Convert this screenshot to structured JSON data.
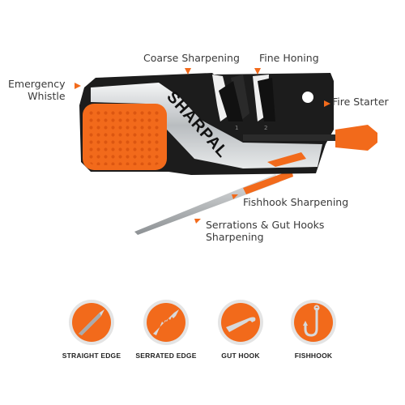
{
  "product": {
    "brand_text": "SHARPAL"
  },
  "callouts": {
    "emergency_whistle": [
      "Emergency",
      "Whistle"
    ],
    "coarse_sharpening": "Coarse Sharpening",
    "fine_honing": "Fine Honing",
    "fire_starter": "Fire Starter",
    "fishhook_sharpening": "Fishhook Sharpening",
    "serrations": [
      "Serrations & Gut Hooks",
      "Sharpening"
    ]
  },
  "edge_types": [
    {
      "label": "STRAIGHT EDGE",
      "icon": "straight-edge-icon"
    },
    {
      "label": "SERRATED EDGE",
      "icon": "serrated-edge-icon"
    },
    {
      "label": "GUT HOOK",
      "icon": "gut-hook-icon"
    },
    {
      "label": "FISHHOOK",
      "icon": "fishhook-icon"
    }
  ],
  "colors": {
    "accent": "#f26a1b",
    "body_dark": "#1c1c1c",
    "silver": "#c9ccce",
    "text": "#3a3a3a"
  }
}
